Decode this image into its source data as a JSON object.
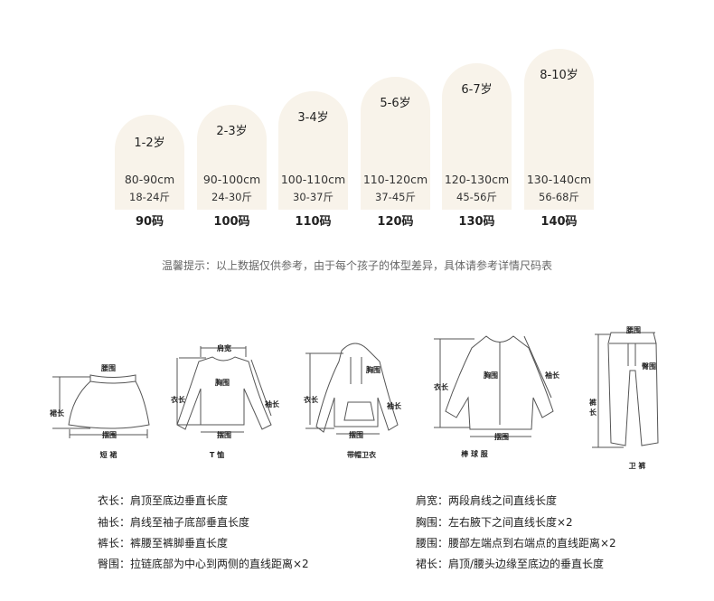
{
  "sizes": [
    {
      "age": "1-2岁",
      "height": "80-90cm",
      "weight": "18-24斤",
      "size": "90码"
    },
    {
      "age": "2-3岁",
      "height": "90-100cm",
      "weight": "24-30斤",
      "size": "100码"
    },
    {
      "age": "3-4岁",
      "height": "100-110cm",
      "weight": "30-37斤",
      "size": "110码"
    },
    {
      "age": "5-6岁",
      "height": "110-120cm",
      "weight": "37-45斤",
      "size": "120码"
    },
    {
      "age": "6-7岁",
      "height": "120-130cm",
      "weight": "45-56斤",
      "size": "130码"
    },
    {
      "age": "8-10岁",
      "height": "130-140cm",
      "weight": "56-68斤",
      "size": "140码"
    }
  ],
  "note": "温馨提示：以上数据仅供参考，由于每个孩子的体型差异，具体请参考详情尺码表",
  "garments": {
    "skirt": {
      "name": "短 裙",
      "waist": "腰围",
      "length": "裙长",
      "hem": "摆围"
    },
    "tshirt": {
      "name": "T 恤",
      "shoulder": "肩宽",
      "chest": "胸围",
      "length": "衣长",
      "sleeve": "袖长",
      "hem": "摆围"
    },
    "hoodie": {
      "name": "带帽卫衣",
      "chest": "胸围",
      "length": "衣长",
      "sleeve": "袖长",
      "hem": "摆围"
    },
    "baseball": {
      "name": "棒 球 服",
      "chest": "胸围",
      "length": "衣长",
      "sleeve": "袖长",
      "hem": "摆围"
    },
    "pants": {
      "name": "卫 裤",
      "waist": "腰围",
      "hip": "臀围",
      "length": "裤长"
    }
  },
  "definitions": {
    "left": [
      "衣长：肩顶至底边垂直长度",
      "袖长：肩线至袖子底部垂直长度",
      "裤长：裤腰至裤脚垂直长度",
      "臀围：拉链底部为中心到两侧的直线距离×2"
    ],
    "right": [
      "肩宽：两段肩线之间直线长度",
      "胸围：左右腋下之间直线长度×2",
      "腰围：腰部左端点到右端点的直线距离×2",
      "裙长：肩顶/腰头边缘至底边的垂直长度"
    ]
  }
}
